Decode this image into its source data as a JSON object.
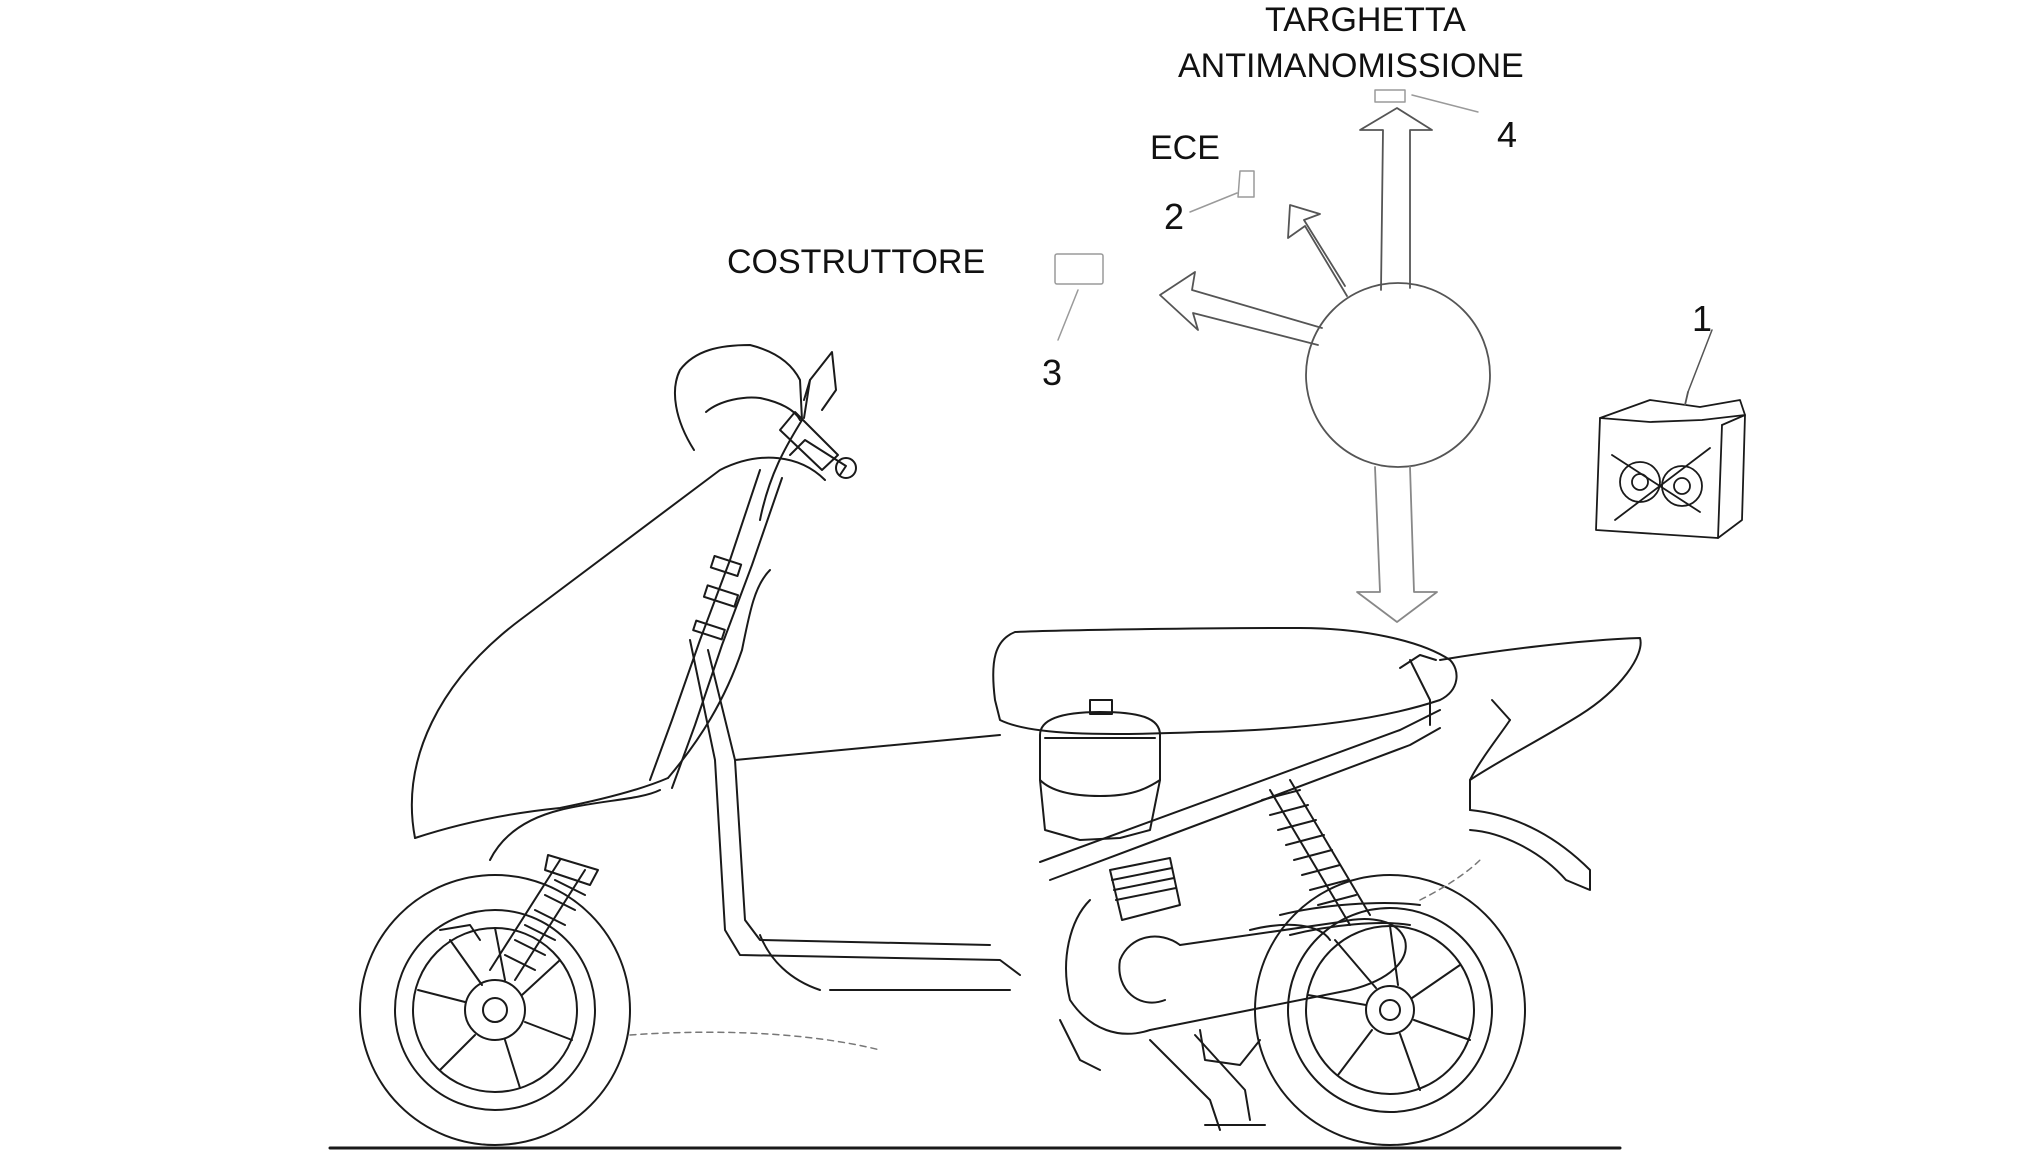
{
  "labels": {
    "targhetta_line1": "TARGHETTA",
    "targhetta_line2": "ANTIMANOMISSIONE",
    "ece": "ECE",
    "costruttore": "COSTRUTTORE"
  },
  "callouts": {
    "n1": "1",
    "n2": "2",
    "n3": "3",
    "n4": "4"
  },
  "colors": {
    "line": "#1a1a1a",
    "faint": "#9a9a9a",
    "background": "#ffffff"
  }
}
